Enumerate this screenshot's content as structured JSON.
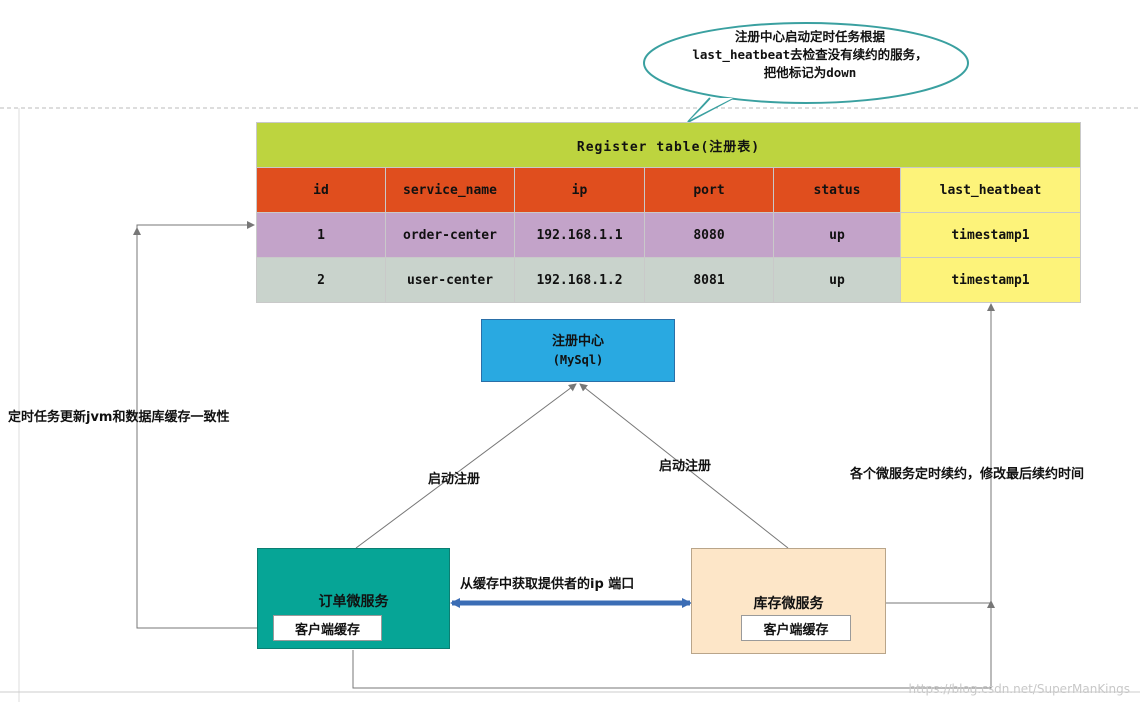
{
  "bubble": {
    "line1": "注册中心启动定时任务根据",
    "line2": "last_heatbeat去检查没有续约的服务，",
    "line3": "把他标记为down"
  },
  "register_table": {
    "title": "Register table(注册表)",
    "headers": [
      "id",
      "service_name",
      "ip",
      "port",
      "status",
      "last_heatbeat"
    ],
    "rows": [
      [
        "1",
        "order-center",
        "192.168.1.1",
        "8080",
        "up",
        "timestamp1"
      ],
      [
        "2",
        "user-center",
        "192.168.1.2",
        "8081",
        "up",
        "timestamp1"
      ]
    ]
  },
  "registry": {
    "line1": "注册中心",
    "line2": "(MySql)"
  },
  "order_service": {
    "title": "订单微服务",
    "cache": "客户端缓存"
  },
  "stock_service": {
    "title": "库存微服务",
    "cache": "客户端缓存"
  },
  "labels": {
    "left_sync": "定时任务更新jvm和数据库缓存一致性",
    "register_left": "启动注册",
    "register_right": "启动注册",
    "fetch": "从缓存中获取提供者的ip 端口",
    "renew": "各个微服务定时续约，修改最后续约时间"
  },
  "watermark": "https://blog.csdn.net/SuperManKings",
  "colors": {
    "title_row": "#bdd43f",
    "header_row": "#e04e1e",
    "row1": "#c3a3c9",
    "row2": "#c9d3cc",
    "heartbeat_col": "#fdf37a",
    "registry": "#29a9e1",
    "order": "#06a596",
    "stock": "#fde6c8"
  }
}
